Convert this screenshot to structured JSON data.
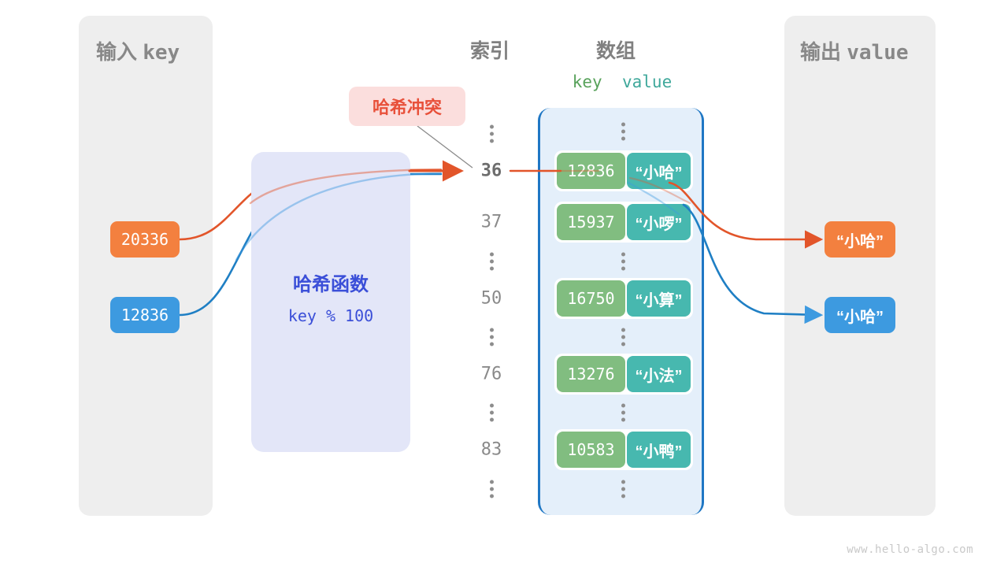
{
  "watermark": "www.hello-algo.com",
  "input_panel": {
    "title_cn": "输入",
    "title_mono": "key",
    "keys": [
      {
        "value": "20336",
        "color": "#f3803f"
      },
      {
        "value": "12836",
        "color": "#3d9ae0"
      }
    ]
  },
  "output_panel": {
    "title_cn": "输出",
    "title_mono": "value",
    "values": [
      {
        "value": "“小哈”",
        "color": "#f3803f"
      },
      {
        "value": "“小哈”",
        "color": "#3d9ae0"
      }
    ]
  },
  "hash_function": {
    "title": "哈希函数",
    "formula": "key % 100",
    "box_color": "#e3e6f8",
    "text_color": "#3b4fd8"
  },
  "collision": {
    "label": "哈希冲突",
    "background": "#fbdedd",
    "text_color": "#e8503a"
  },
  "headings": {
    "index": "索引",
    "array": "数组",
    "key": "key",
    "value": "value",
    "key_color": "#58a25b",
    "value_color": "#3fa89b"
  },
  "table": {
    "columns": [
      "索引",
      "key",
      "value"
    ],
    "rows": [
      {
        "index": "⋮",
        "type": "ellipsis"
      },
      {
        "index": "36",
        "type": "entry",
        "key": "12836",
        "value": "“小哈”",
        "highlight": true
      },
      {
        "index": "37",
        "type": "entry",
        "key": "15937",
        "value": "“小啰”",
        "highlight": false
      },
      {
        "index": "⋮",
        "type": "ellipsis"
      },
      {
        "index": "50",
        "type": "entry",
        "key": "16750",
        "value": "“小算”",
        "highlight": false
      },
      {
        "index": "⋮",
        "type": "ellipsis"
      },
      {
        "index": "76",
        "type": "entry",
        "key": "13276",
        "value": "“小法”",
        "highlight": false
      },
      {
        "index": "⋮",
        "type": "ellipsis"
      },
      {
        "index": "83",
        "type": "entry",
        "key": "10583",
        "value": "“小鸭”",
        "highlight": false
      },
      {
        "index": "⋮",
        "type": "ellipsis"
      }
    ]
  },
  "colors": {
    "panel_gray": "#eeeeee",
    "array_fill": "#e4effa",
    "array_border": "#1f77c4",
    "cell_key": "#81bd80",
    "cell_value": "#47b8af",
    "orange_wire": "#e2552a",
    "blue_wire": "#1f7fc4"
  }
}
